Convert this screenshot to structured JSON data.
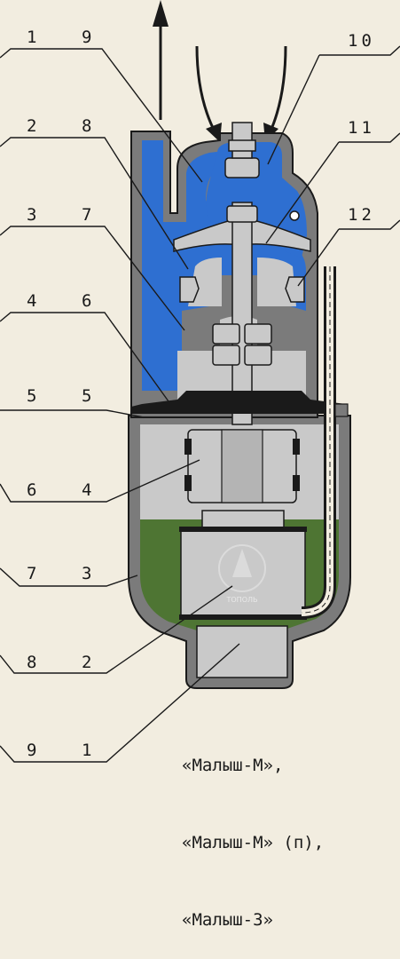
{
  "left_labels": [
    "1",
    "2",
    "3",
    "4",
    "5",
    "6",
    "7",
    "8",
    "9"
  ],
  "mid_labels": [
    "9",
    "8",
    "7",
    "6",
    "5",
    "4",
    "3",
    "2",
    "1"
  ],
  "right_labels": [
    "10",
    "11",
    "12"
  ],
  "caption": [
    "«Малыш-М»,",
    "«Малыш-М» (п),",
    "«Малыш-3»"
  ],
  "watermark": "ТОПОЛЬ",
  "colors": {
    "water": "#2e6fd1",
    "oil": "#4e7533",
    "housing": "#7b7b7b",
    "metal": "#c9c9c9",
    "line": "#1a1a1a",
    "background": "#f2ede0"
  }
}
